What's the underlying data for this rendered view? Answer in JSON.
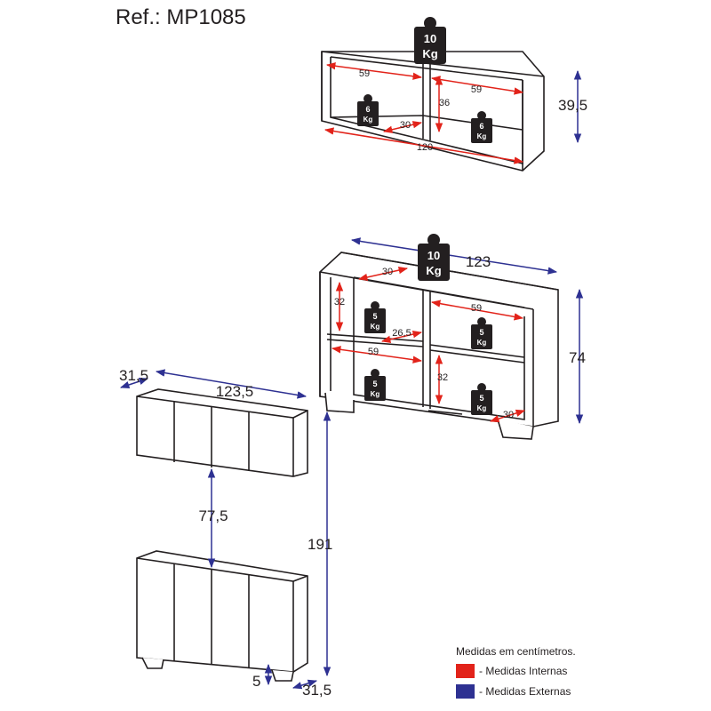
{
  "ref": "Ref.: MP1085",
  "colors": {
    "internal": "#e2231a",
    "external": "#2e3192",
    "line": "#231f20"
  },
  "weights": {
    "top_shelf": [
      "10",
      "Kg"
    ],
    "top_left": [
      "6",
      "Kg"
    ],
    "top_right": [
      "6",
      "Kg"
    ],
    "mid_top": [
      "10",
      "Kg"
    ],
    "mid_tl": [
      "5",
      "Kg"
    ],
    "mid_tr": [
      "5",
      "Kg"
    ],
    "mid_bl": [
      "5",
      "Kg"
    ],
    "mid_br": [
      "5",
      "Kg"
    ]
  },
  "dims": {
    "top_w_left": "59",
    "top_w_right": "59",
    "top_h": "36",
    "top_d": "30",
    "top_total": "120",
    "top_ext_h": "39,5",
    "mid_ext_w": "123",
    "mid_d_top": "30",
    "mid_h_tl": "32",
    "mid_w_tr": "59",
    "mid_d_mid": "26,5",
    "mid_w_bl": "59",
    "mid_h_br": "32",
    "mid_d_br": "30",
    "mid_ext_h": "74",
    "wall_depth": "31,5",
    "wall_width": "123,5",
    "gap": "77,5",
    "total_h": "191",
    "foot_h": "5",
    "base_depth": "31,5"
  },
  "legend": {
    "title": "Medidas em centímetros.",
    "internal": "- Medidas Internas",
    "external": "- Medidas Externas"
  }
}
